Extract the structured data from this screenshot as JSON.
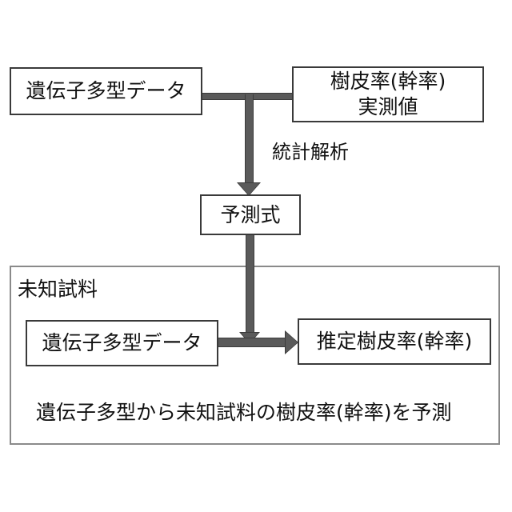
{
  "diagram": {
    "title": "Bark ratio prediction flow",
    "colors": {
      "box_border": "#3a3a3a",
      "container_border": "#8a8a8a",
      "arrow_fill": "#5a5a5a",
      "arrow_outline": "#3c3c3c",
      "text": "#111111",
      "background": "#ffffff"
    },
    "nodes": {
      "genotype_top": "遺伝子多型データ",
      "bark_observed_line1": "樹皮率(幹率)",
      "bark_observed_line2": "実測値",
      "prediction_formula": "予測式",
      "genotype_lower": "遺伝子多型データ",
      "estimated_bark": "推定樹皮率(幹率)"
    },
    "labels": {
      "statistical_analysis": "統計解析",
      "unknown_sample": "未知試料",
      "summary": "遺伝子多型から未知試料の樹皮率(幹率)を予測"
    },
    "connectors": [
      {
        "name": "genotype-to-observed-link",
        "type": "line",
        "orientation": "horizontal"
      },
      {
        "name": "stat-analysis-arrow",
        "type": "arrow",
        "orientation": "down"
      },
      {
        "name": "formula-to-estimate-arrow",
        "type": "arrow",
        "orientation": "down"
      },
      {
        "name": "genotype-to-estimate-arrow",
        "type": "arrow",
        "orientation": "right"
      }
    ]
  }
}
